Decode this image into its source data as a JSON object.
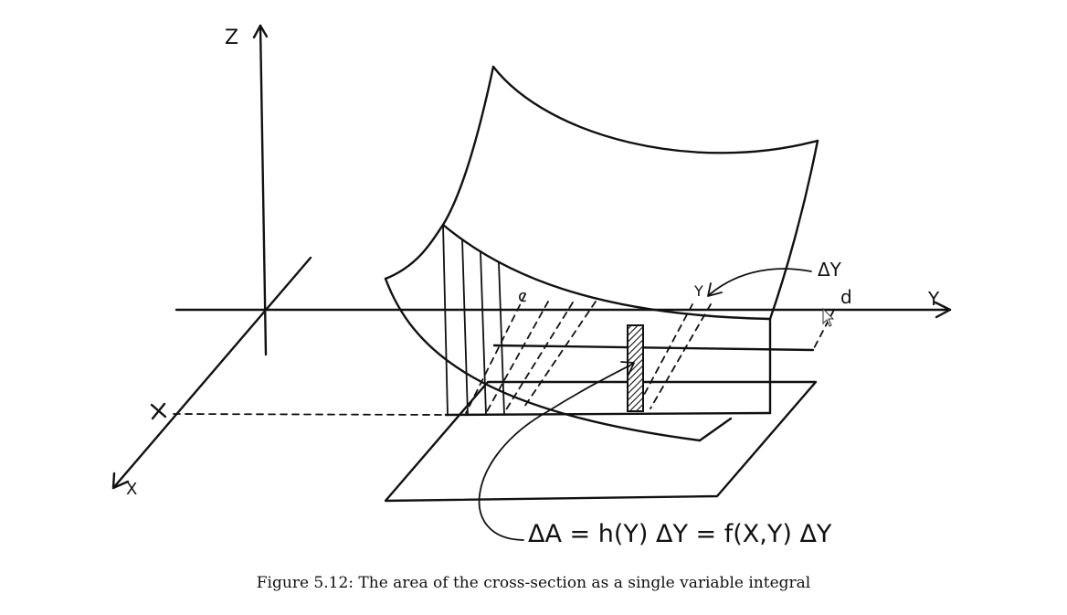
{
  "labels": {
    "z_axis": "Z",
    "y_axis": "Y",
    "x_axis": "X",
    "x_mark": "X",
    "c_limit": "c",
    "d_limit": "d",
    "y_point": "Y",
    "delta_y": "ΔY",
    "formula": "ΔA = h(Y) ΔY = f(X,Y) ΔY"
  },
  "caption": "Figure 5.12: The area of the cross-section as a single variable integral"
}
